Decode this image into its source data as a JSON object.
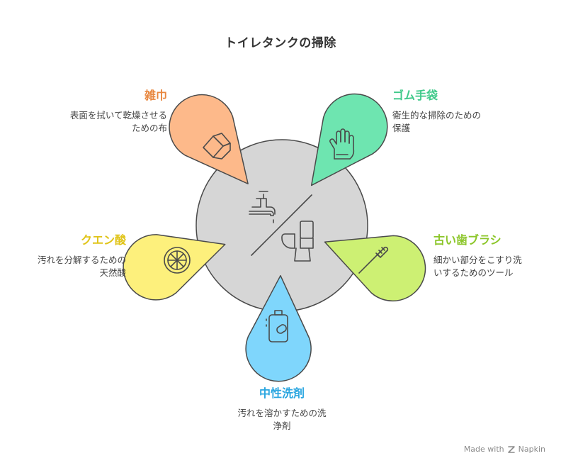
{
  "title": "トイレタンクの掃除",
  "center": {
    "icons": [
      "faucet-icon",
      "toilet-icon"
    ],
    "fill": "#d6d6d6",
    "stroke": "#4a4a4a"
  },
  "items": [
    {
      "key": "rag",
      "label": "雑巾",
      "desc": [
        "表面を拭いて乾燥させる",
        "ための布"
      ],
      "color": "#fdb98a",
      "label_color": "#e8873f",
      "icon": "cloth-icon"
    },
    {
      "key": "gloves",
      "label": "ゴム手袋",
      "desc": [
        "衛生的な掃除のための",
        "保護"
      ],
      "color": "#6ee5b0",
      "label_color": "#3fc98a",
      "icon": "glove-icon"
    },
    {
      "key": "toothbrush",
      "label": "古い歯ブラシ",
      "desc": [
        "細かい部分をこすり洗",
        "いするためのツール"
      ],
      "color": "#cdf073",
      "label_color": "#8cc62a",
      "icon": "toothbrush-icon"
    },
    {
      "key": "detergent",
      "label": "中性洗剤",
      "desc": [
        "汚れを溶かすための洗",
        "浄剤"
      ],
      "color": "#7fd6fc",
      "label_color": "#2aa6e0",
      "icon": "detergent-bottle-icon"
    },
    {
      "key": "citric",
      "label": "クエン酸",
      "desc": [
        "汚れを分解するための",
        "天然酸"
      ],
      "color": "#fdf07c",
      "label_color": "#e0c418",
      "icon": "lemon-icon"
    }
  ],
  "footer": {
    "text": "Made with",
    "brand": "Napkin",
    "icon": "napkin-logo-icon"
  }
}
